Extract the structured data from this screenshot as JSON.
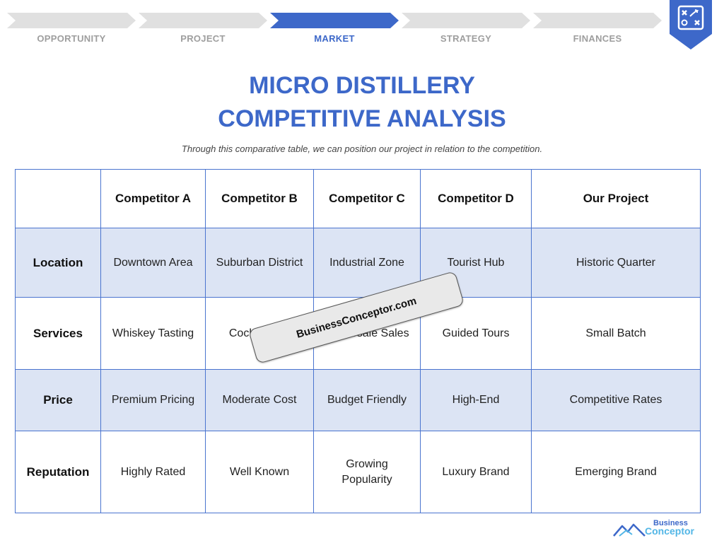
{
  "steps": [
    {
      "label": "OPPORTUNITY",
      "active": false
    },
    {
      "label": "PROJECT",
      "active": false
    },
    {
      "label": "MARKET",
      "active": true
    },
    {
      "label": "STRATEGY",
      "active": false
    },
    {
      "label": "FINANCES",
      "active": false
    }
  ],
  "colors": {
    "accent": "#3d68c9",
    "inactive_arrow": "#e0e0e0",
    "shaded_row": "#dce4f4",
    "border": "#4a74cf"
  },
  "badge_icon": "strategy-board-icon",
  "title_line1": "MICRO DISTILLERY",
  "title_line2": "COMPETITIVE ANALYSIS",
  "subtitle": "Through this comparative table, we can position our project in relation to the competition.",
  "table": {
    "headers": [
      "",
      "Competitor A",
      "Competitor B",
      "Competitor C",
      "Competitor D",
      "Our Project"
    ],
    "rows": [
      {
        "label": "Location",
        "cells": [
          "Downtown Area",
          "Suburban District",
          "Industrial Zone",
          "Tourist Hub",
          "Historic Quarter"
        ]
      },
      {
        "label": "Services",
        "cells": [
          "Whiskey Tasting",
          "Cocktail Bar",
          "Wholesale Sales",
          "Guided Tours",
          "Small Batch"
        ]
      },
      {
        "label": "Price",
        "cells": [
          "Premium Pricing",
          "Moderate Cost",
          "Budget Friendly",
          "High-End",
          "Competitive Rates"
        ]
      },
      {
        "label": "Reputation",
        "cells": [
          "Highly Rated",
          "Well Known",
          "Growing Popularity",
          "Luxury Brand",
          "Emerging Brand"
        ]
      }
    ]
  },
  "watermark": "BusinessConceptor.com",
  "logo": {
    "top": "Business",
    "bottom": "Conceptor"
  }
}
